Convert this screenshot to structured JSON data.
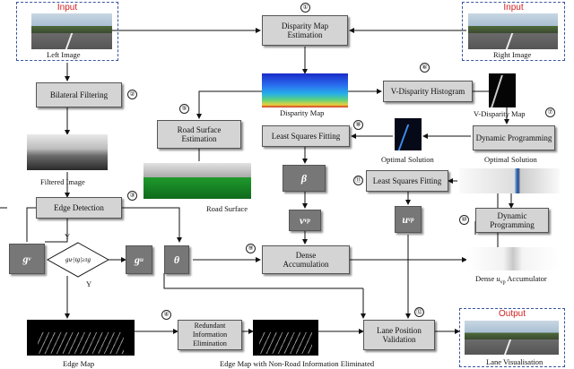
{
  "labels": {
    "input": "Input",
    "output": "Output",
    "left_image": "Left Image",
    "right_image": "Right Image",
    "filtered_image": "Filtered Image",
    "edge_map": "Edge Map",
    "disparity_map": "Disparity Map",
    "v_disparity_map": "V-Disparity Map",
    "optimal_solution_a": "Optimal Solution",
    "optimal_solution_b": "Optimal Solution",
    "road_surface": "Road Surface",
    "dense_accumulator": "Dense",
    "dense_accumulator_sym": "u",
    "dense_accumulator_sub": "vp",
    "dense_accumulator_tail": "Accumulator",
    "edge_map_noroad": "Edge Map with Non-Road Information Eliminated",
    "lane_visualisation": "Lane Visualisation",
    "y_top": "Y",
    "y_bottom": "Y"
  },
  "boxes": {
    "disparity_estimation": "Disparity Map\nEstimation",
    "bilateral": "Bilateral Filtering",
    "vdisp_hist": "V-Disparity Histogram",
    "road_est": "Road Surface\nEstimation",
    "lsf1": "Least Squares Fitting",
    "dp1": "Dynamic Programming",
    "edge_det": "Edge Detection",
    "lsf2": "Least Squares Fitting",
    "dp2": "Dynamic Programming",
    "dense_acc_a": "Dense",
    "dense_acc_b": "Accumulation",
    "redundant": "Redundant Information\nElimination",
    "lane_val": "Lane Position\nValidation",
    "beta": "β",
    "theta": "θ",
    "v_sym": "v",
    "v_sub": "vp",
    "u_sym": "u",
    "u_sub": "vp",
    "gv_sym": "g",
    "gv_sub": "v",
    "gu_sym": "g",
    "gu_sub": "u",
    "cond": "gu·|tg|≥τg"
  },
  "numbers": [
    "①",
    "②",
    "③",
    "④",
    "⑤",
    "⑥",
    "⑦",
    "⑧",
    "⑨",
    "⑩",
    "⑪",
    "⑫"
  ],
  "colors": {
    "box": "#d4d4d4",
    "dark_box": "#777777",
    "frame": "#3a55a0",
    "tag": "#d02020"
  }
}
